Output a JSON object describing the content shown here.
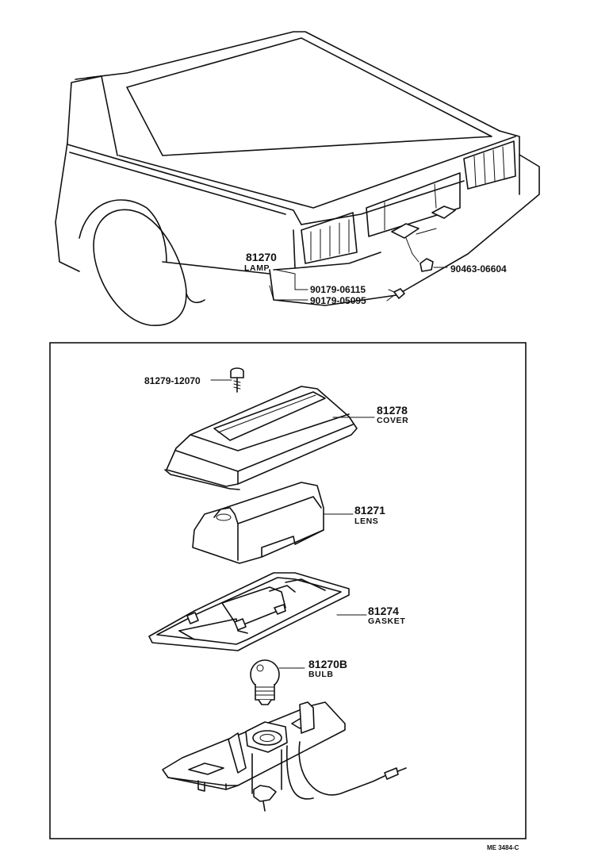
{
  "car_callouts": {
    "lamp": {
      "number": "81270",
      "label": "LAMP"
    },
    "bracket_part": "90463-06604",
    "screw_part": "90179-06115",
    "nut_part": "90179-05095"
  },
  "parts": {
    "screw": {
      "number": "81279-12070"
    },
    "cover": {
      "number": "81278",
      "label": "COVER"
    },
    "lens": {
      "number": "81271",
      "label": "LENS"
    },
    "gasket": {
      "number": "81274",
      "label": "GASKET"
    },
    "bulb": {
      "number": "81270B",
      "label": "BULB"
    }
  },
  "drawing_ref": "ME 3484-C"
}
